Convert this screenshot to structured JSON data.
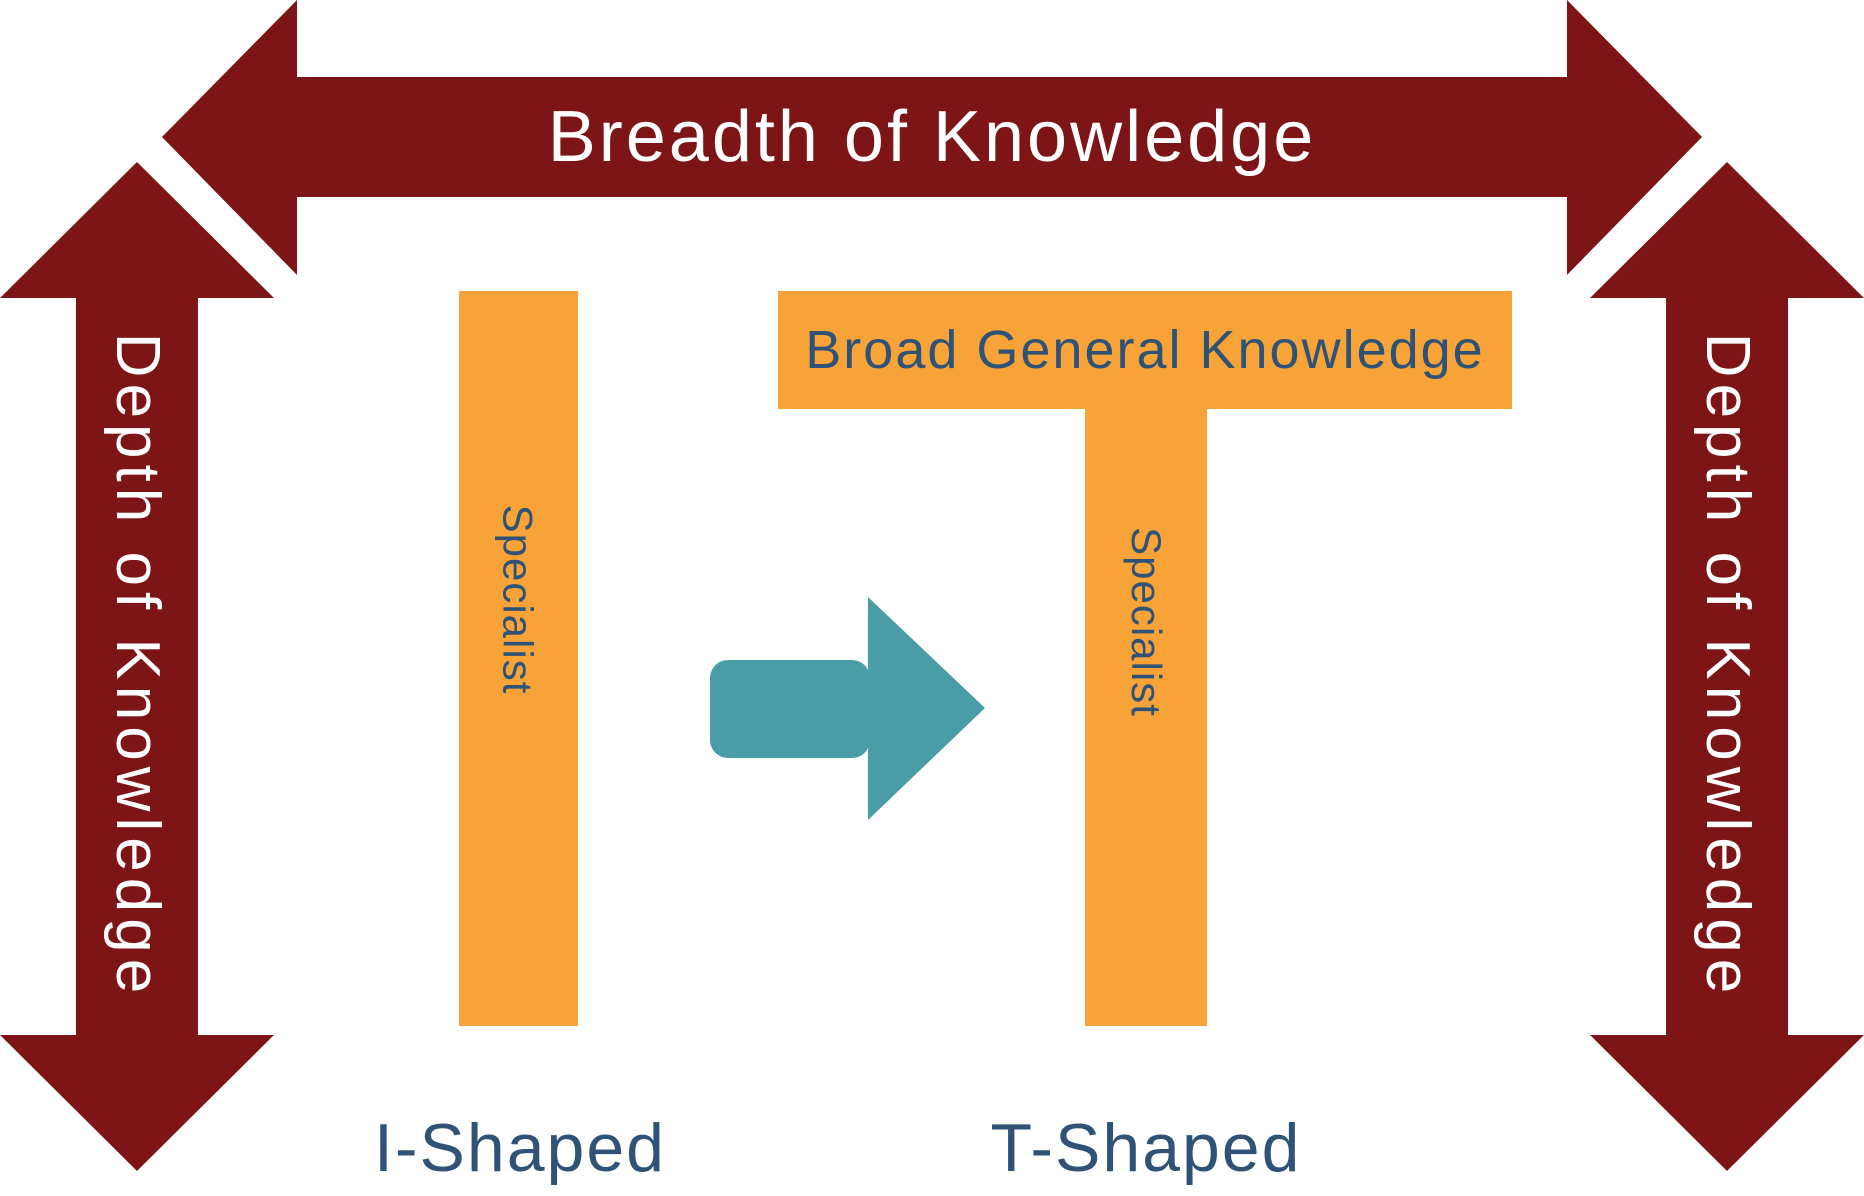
{
  "diagram_title": "I-Shaped vs T-Shaped knowledge diagram",
  "colors": {
    "maroon": "#7D1517",
    "orange": "#F8A338",
    "teal": "#4A9DA6",
    "blue": "#2E5377",
    "white": "#FFFFFF",
    "background": "#FFFFFF"
  },
  "axes": {
    "breadth_arrow_label": "Breadth of Knowledge",
    "depth_arrow_left_label": "Depth of Knowledge",
    "depth_arrow_right_label": "Depth of Knowledge"
  },
  "i_shape": {
    "bar_label": "Specialist",
    "caption": "I-Shaped"
  },
  "t_shape": {
    "top_bar_label": "Broad General Knowledge",
    "stem_label": "Specialist",
    "caption": "T-Shaped"
  },
  "icons": {
    "transition_arrow": "right-arrow"
  }
}
